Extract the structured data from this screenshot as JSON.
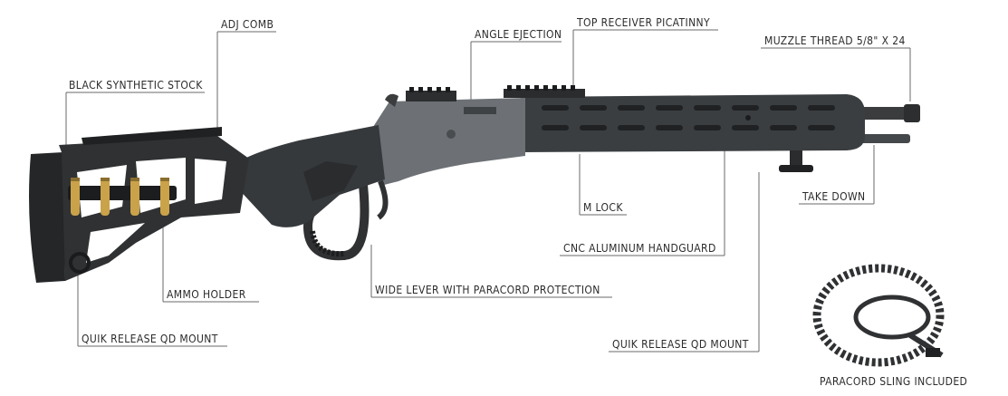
{
  "callouts": {
    "adj_comb": "ADJ COMB",
    "black_synthetic_stock": "BLACK SYNTHETIC STOCK",
    "angle_ejection": "ANGLE EJECTION",
    "top_receiver_picatinny": "TOP RECEIVER PICATINNY",
    "muzzle_thread": "MUZZLE THREAD 5/8\" X 24",
    "take_down": "TAKE DOWN",
    "m_lock": "M LOCK",
    "cnc_aluminum_handguard": "CNC ALUMINUM HANDGUARD",
    "ammo_holder": "AMMO HOLDER",
    "wide_lever": "WIDE LEVER WITH PARACORD PROTECTION",
    "quik_release_stock": "QUIK RELEASE QD MOUNT",
    "quik_release_front": "QUIK RELEASE QD MOUNT",
    "paracord_sling": "PARACORD SLING INCLUDED"
  },
  "colors": {
    "rifle_dark": "#2f3133",
    "rifle_mid": "#4a4d50",
    "receiver_gray": "#6d7175",
    "brass": "#c9a24a",
    "leader_line": "#6a6a6a",
    "text": "#2b2b2b"
  }
}
